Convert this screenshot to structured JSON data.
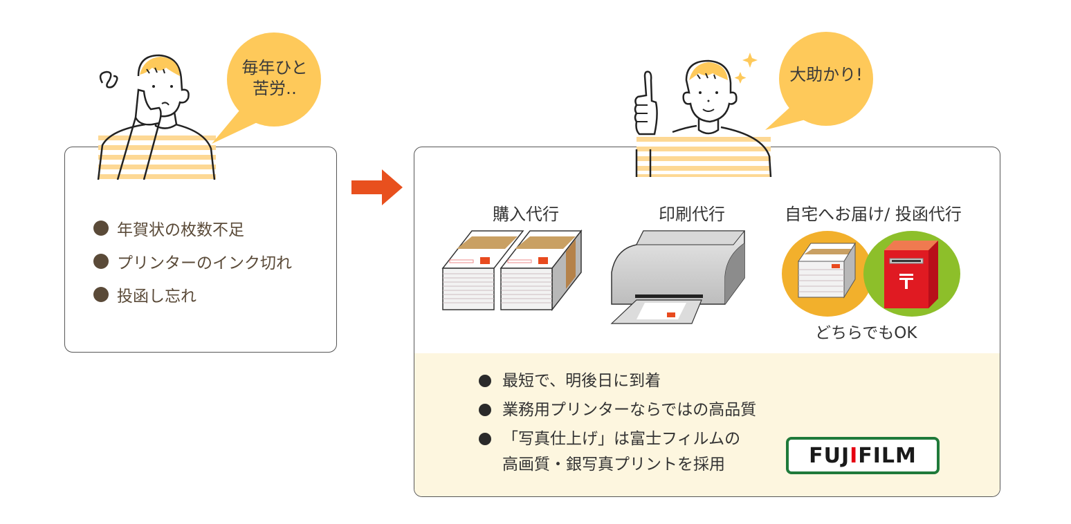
{
  "before": {
    "speech_bubble": [
      "毎年ひと",
      "苦労‥"
    ],
    "problems": [
      "年賀状の枚数不足",
      "プリンターのインク切れ",
      "投函し忘れ"
    ]
  },
  "after": {
    "speech_bubble": "大助かり!",
    "services": [
      {
        "label": "購入代行",
        "icon": "postcard-stack-icon"
      },
      {
        "label": "印刷代行",
        "icon": "printer-icon"
      },
      {
        "label": "自宅へお届け/ 投函代行",
        "icon": "delivery-or-mailbox-icon"
      }
    ],
    "delivery_note": "どちらでもOK",
    "benefits": [
      {
        "lines": [
          "最短で、明後日に到着"
        ]
      },
      {
        "lines": [
          "業務用プリンターならではの高品質"
        ]
      },
      {
        "lines": [
          "「写真仕上げ」は富士フィルムの",
          "高画質・銀写真プリントを採用"
        ]
      }
    ],
    "logo": {
      "text_before": "FUJ",
      "text_i": "I",
      "text_after": "FILM",
      "border_color": "#1f7a3a",
      "accent": "#e60012"
    }
  },
  "colors": {
    "bubble": "#fec95a",
    "arrow": "#e8501e",
    "stripe": "#fdd894",
    "bottom_panel": "#fdf6df",
    "bullet_brown": "#5a4a38"
  }
}
